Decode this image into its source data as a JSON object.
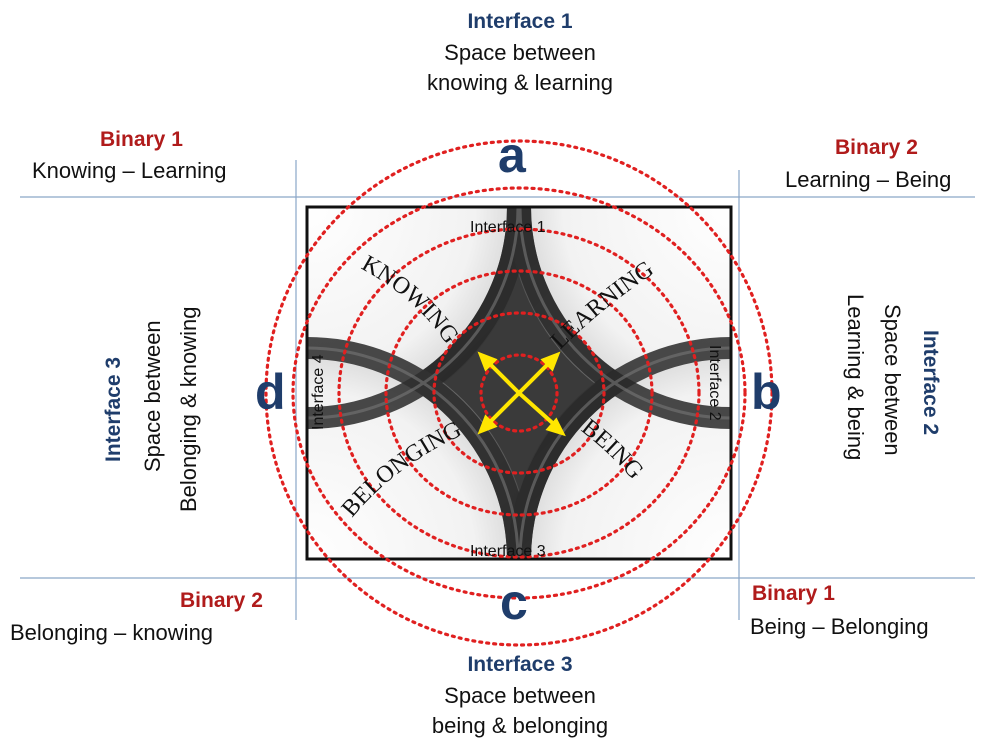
{
  "top": {
    "title": "Interface 1",
    "line1": "Space between",
    "line2": "knowing & learning"
  },
  "bottom": {
    "title": "Interface 3",
    "line1": "Space between",
    "line2": "being & belonging"
  },
  "left": {
    "title": "Interface 3",
    "line1": "Space between",
    "line2": "Belonging & knowing"
  },
  "right": {
    "title": "Interface 2",
    "line1": "Space between",
    "line2": "Learning & being"
  },
  "binaries": {
    "top_left": {
      "title": "Binary  1",
      "text": "Knowing – Learning"
    },
    "top_right": {
      "title": "Binary 2",
      "text": "Learning – Being"
    },
    "bottom_left": {
      "title": "Binary 2",
      "text": "Belonging – knowing"
    },
    "bottom_right": {
      "title": "Binary 1",
      "text": "Being – Belonging"
    }
  },
  "letters": {
    "a": "a",
    "b": "b",
    "c": "c",
    "d": "d"
  },
  "inner": {
    "interface1": "Interface  1",
    "interface2": "Interface  2",
    "interface3": "Interface  3",
    "interface4": "Interface  4",
    "knowing": "KNOWING",
    "learning": "LEARNING",
    "belonging": "BELONGING",
    "being": "BEING"
  },
  "colors": {
    "circle": "#e02020",
    "arrow": "#ffe600",
    "navy": "#1f3d6b",
    "red": "#b01b1b",
    "line": "#8aa6c8"
  }
}
